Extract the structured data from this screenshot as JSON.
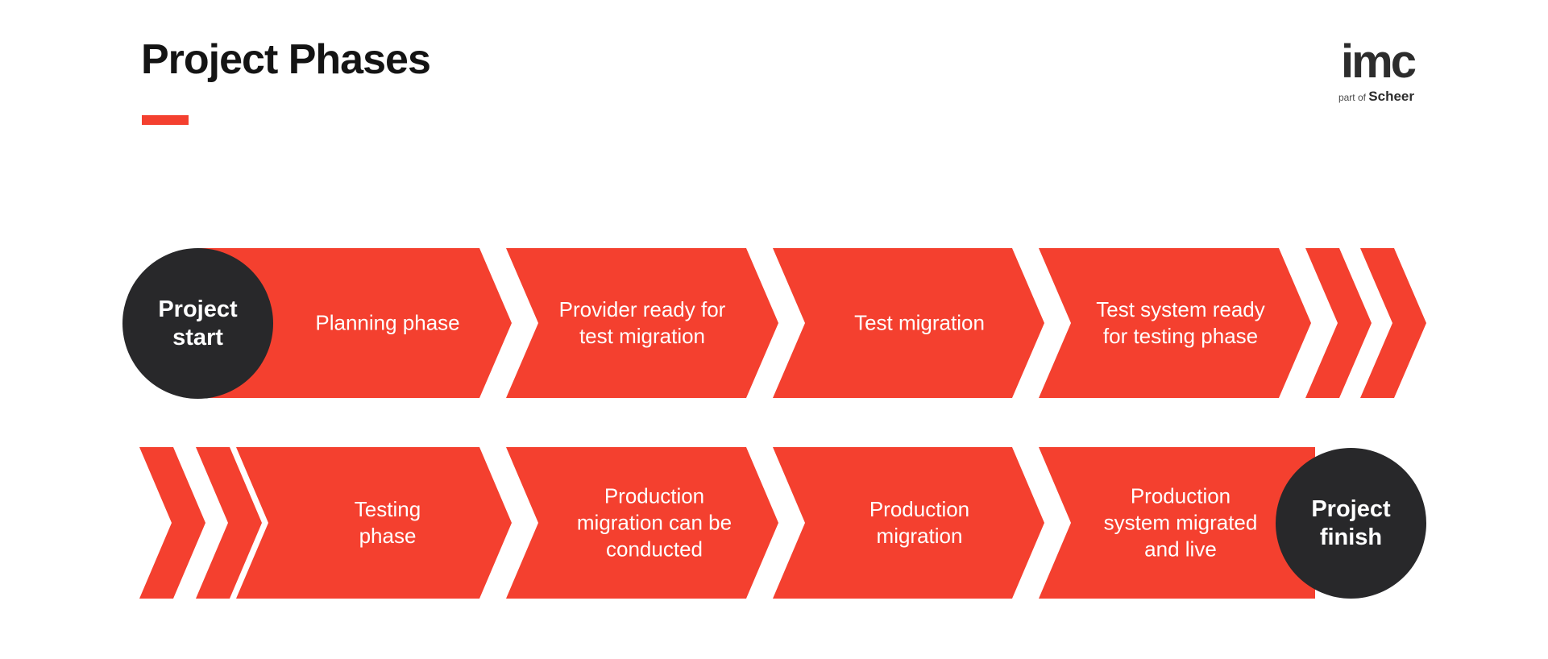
{
  "colors": {
    "red": "#F4402F",
    "dark": "#28282A",
    "title": "#141414",
    "white": "#FFFFFF",
    "logo_dark": "#2D2D2D",
    "logo_gray": "#4A4A4A"
  },
  "header": {
    "title": "Project Phases"
  },
  "logo": {
    "name": "imc",
    "part_of": "part of ",
    "suffix": "Scheer"
  },
  "icons": {
    "row1_end": "double-chevron-right-icon",
    "row2_start": "double-chevron-right-icon"
  },
  "process": {
    "start": {
      "label": "Project\nstart"
    },
    "finish": {
      "label": "Project\nfinish"
    },
    "row1": [
      {
        "label": "Planning phase"
      },
      {
        "label": "Provider ready for\ntest migration"
      },
      {
        "label": "Test migration"
      },
      {
        "label": "Test system ready\nfor testing phase"
      }
    ],
    "row2": [
      {
        "label": "Testing\nphase"
      },
      {
        "label": "Production\nmigration can be\nconducted"
      },
      {
        "label": "Production\nmigration"
      },
      {
        "label": "Production\nsystem migrated\nand live"
      }
    ]
  }
}
